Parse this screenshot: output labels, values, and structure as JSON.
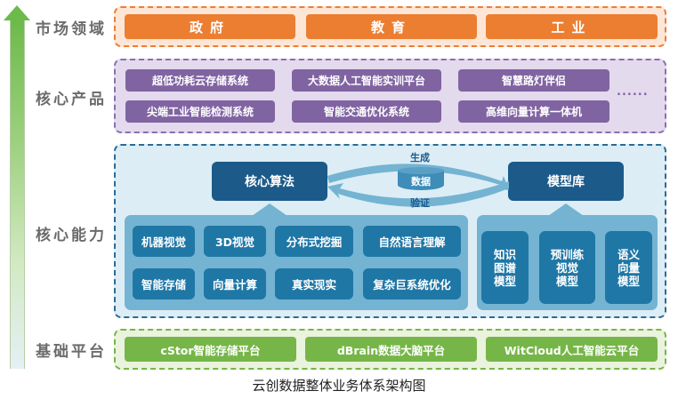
{
  "title": "云创数据整体业务体系架构图",
  "layers": {
    "market": {
      "label": "市场领域",
      "items": [
        "政府",
        "教育",
        "工业"
      ],
      "color": "#ec7e31"
    },
    "products": {
      "label": "核心产品",
      "items": [
        "超低功耗云存储系统",
        "大数据人工智能实训平台",
        "智慧路灯伴侣",
        "尖端工业智能检测系统",
        "智能交通优化系统",
        "高维向量计算一体机"
      ],
      "more": "......",
      "color": "#8064a2"
    },
    "core": {
      "label": "核心能力",
      "algorithm": "核心算法",
      "model_lib": "模型库",
      "cycle": {
        "generate": "生成",
        "data": "数据",
        "verify": "验证"
      },
      "capabilities": [
        "机器视觉",
        "3D视觉",
        "分布式挖掘",
        "自然语言理解",
        "智能存储",
        "向量计算",
        "真实现实",
        "复杂巨系统优化"
      ],
      "models": [
        "知识\n图谱\n模型",
        "预训练\n视觉\n模型",
        "语义\n向量\n模型"
      ],
      "color": "#1c5a8a"
    },
    "base": {
      "label": "基础平台",
      "items": [
        "cStor智能存储平台",
        "dBrain数据大脑平台",
        "WitCloud人工智能云平台"
      ],
      "color": "#76b648"
    }
  }
}
